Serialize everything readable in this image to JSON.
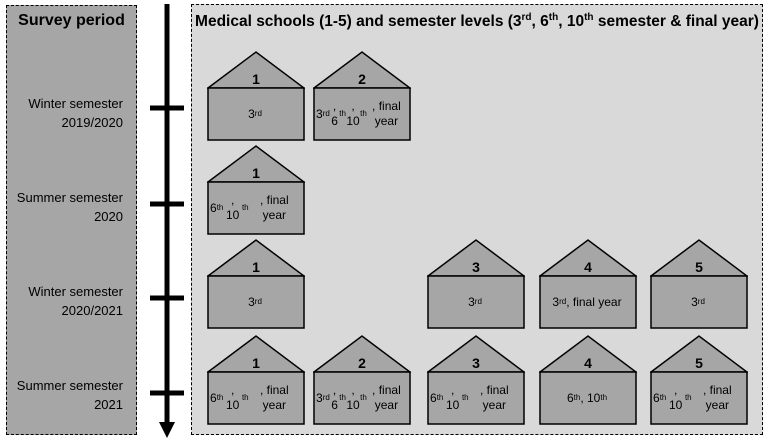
{
  "left_panel": {
    "title": "Survey period",
    "periods": [
      {
        "line1": "Winter semester",
        "line2": "2019/2020"
      },
      {
        "line1": "Summer semester",
        "line2": "2020"
      },
      {
        "line1": "Winter semester",
        "line2": "2020/2021"
      },
      {
        "line1": "Summer semester",
        "line2": "2021"
      }
    ]
  },
  "right_panel": {
    "title_parts": {
      "t1": "Medical schools (1-5) and semester levels (3",
      "s1": "rd",
      "t2": ", 6",
      "s2": "th",
      "t3": ", 10",
      "s3": "th",
      "t4": " semester & final year)"
    }
  },
  "colors": {
    "left_panel_bg": "#a6a6a6",
    "right_panel_bg": "#d9d9d9",
    "house_fill": "#a6a6a6",
    "line": "#000000"
  },
  "rows": [
    {
      "period": "Winter semester 2019/2020",
      "houses": [
        {
          "school": "1",
          "levels": "3rd"
        },
        {
          "school": "2",
          "levels": "3rd, 6th, 10th, final year"
        }
      ]
    },
    {
      "period": "Summer semester 2020",
      "houses": [
        {
          "school": "1",
          "levels": "6th, 10th, final year"
        }
      ]
    },
    {
      "period": "Winter semester 2020/2021",
      "houses": [
        {
          "school": "1",
          "levels": "3rd"
        },
        {
          "school": "3",
          "levels": "3rd"
        },
        {
          "school": "4",
          "levels": "3rd, final year"
        },
        {
          "school": "5",
          "levels": "3rd"
        }
      ]
    },
    {
      "period": "Summer semester 2021",
      "houses": [
        {
          "school": "1",
          "levels": "6th, 10th, final year"
        },
        {
          "school": "2",
          "levels": "3rd, 6th, 10th, final year"
        },
        {
          "school": "3",
          "levels": "6th, 10th, final year"
        },
        {
          "school": "4",
          "levels": "6th, 10th"
        },
        {
          "school": "5",
          "levels": "6th, 10th, final year"
        }
      ]
    }
  ]
}
